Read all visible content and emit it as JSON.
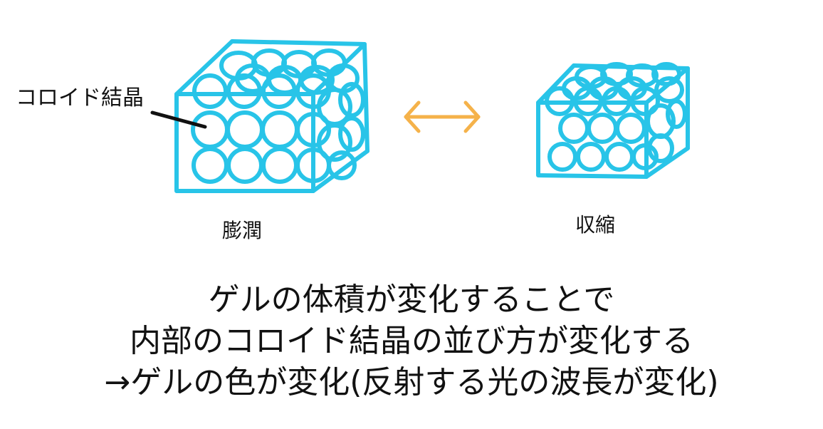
{
  "labels": {
    "colloid_crystal": "コロイド結晶",
    "swelling": "膨潤",
    "shrinking": "収縮"
  },
  "caption": {
    "line1": "ゲルの体積が変化することで",
    "line2": "内部のコロイド結晶の並び方が変化する",
    "line3": "→ゲルの色が変化(反射する光の波長が変化)"
  },
  "colors": {
    "cube_stroke": "#28c4e8",
    "arrow": "#f5b24a",
    "leader_line": "#111111"
  },
  "icons": {
    "arrow": "double-headed-arrow-icon"
  }
}
